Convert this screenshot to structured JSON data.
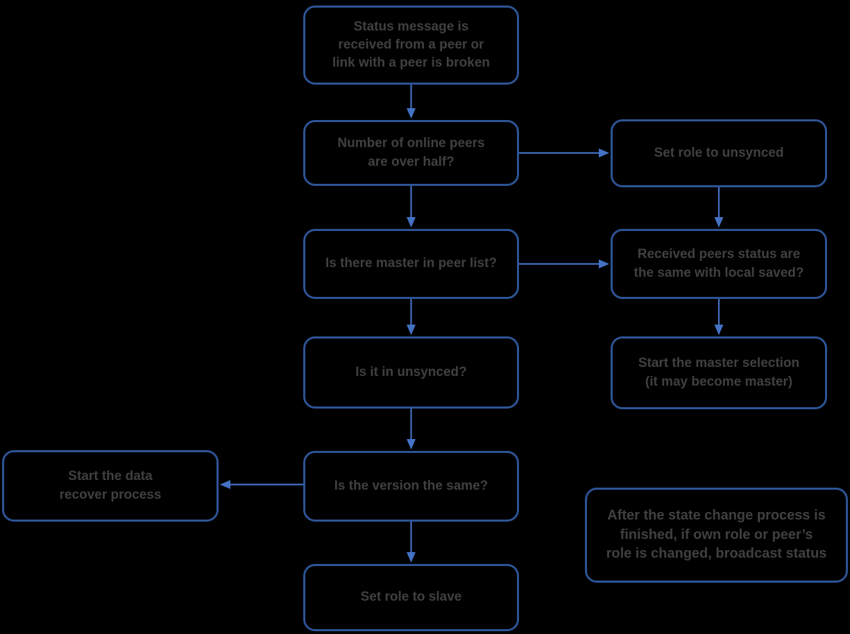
{
  "diagram": {
    "type": "flowchart",
    "background_color": "#000000",
    "box_border_color": "#2E5496",
    "arrow_color": "#4472C4",
    "text_color": "#404040",
    "nodes": [
      {
        "id": "status-received",
        "label": "Status message is\nreceived from a peer or\nlink with a peer is broken"
      },
      {
        "id": "online-peers-over-half",
        "label": "Number of online peers\nare over half?"
      },
      {
        "id": "set-role-unsynced",
        "label": "Set role to unsynced"
      },
      {
        "id": "master-in-peer-list",
        "label": "Is there master in peer list?"
      },
      {
        "id": "peers-status-same",
        "label": "Received peers status are\nthe same with local saved?"
      },
      {
        "id": "is-in-unsynced",
        "label": "Is it in unsynced?"
      },
      {
        "id": "start-master-selection",
        "label": "Start the master selection\n(it may become master)"
      },
      {
        "id": "start-data-recover",
        "label": "Start the data\nrecover process"
      },
      {
        "id": "is-version-same",
        "label": "Is the version the same?"
      },
      {
        "id": "set-role-slave",
        "label": "Set role to slave"
      },
      {
        "id": "broadcast-note",
        "label": "After the state change process is\nfinished, if own role or peer’s\nrole is changed, broadcast status"
      }
    ],
    "edges": [
      {
        "from": "status-received",
        "to": "online-peers-over-half"
      },
      {
        "from": "online-peers-over-half",
        "to": "set-role-unsynced"
      },
      {
        "from": "online-peers-over-half",
        "to": "master-in-peer-list"
      },
      {
        "from": "set-role-unsynced",
        "to": "peers-status-same"
      },
      {
        "from": "master-in-peer-list",
        "to": "peers-status-same"
      },
      {
        "from": "master-in-peer-list",
        "to": "is-in-unsynced"
      },
      {
        "from": "peers-status-same",
        "to": "start-master-selection"
      },
      {
        "from": "is-in-unsynced",
        "to": "is-version-same"
      },
      {
        "from": "is-version-same",
        "to": "start-data-recover"
      },
      {
        "from": "is-version-same",
        "to": "set-role-slave"
      }
    ]
  }
}
